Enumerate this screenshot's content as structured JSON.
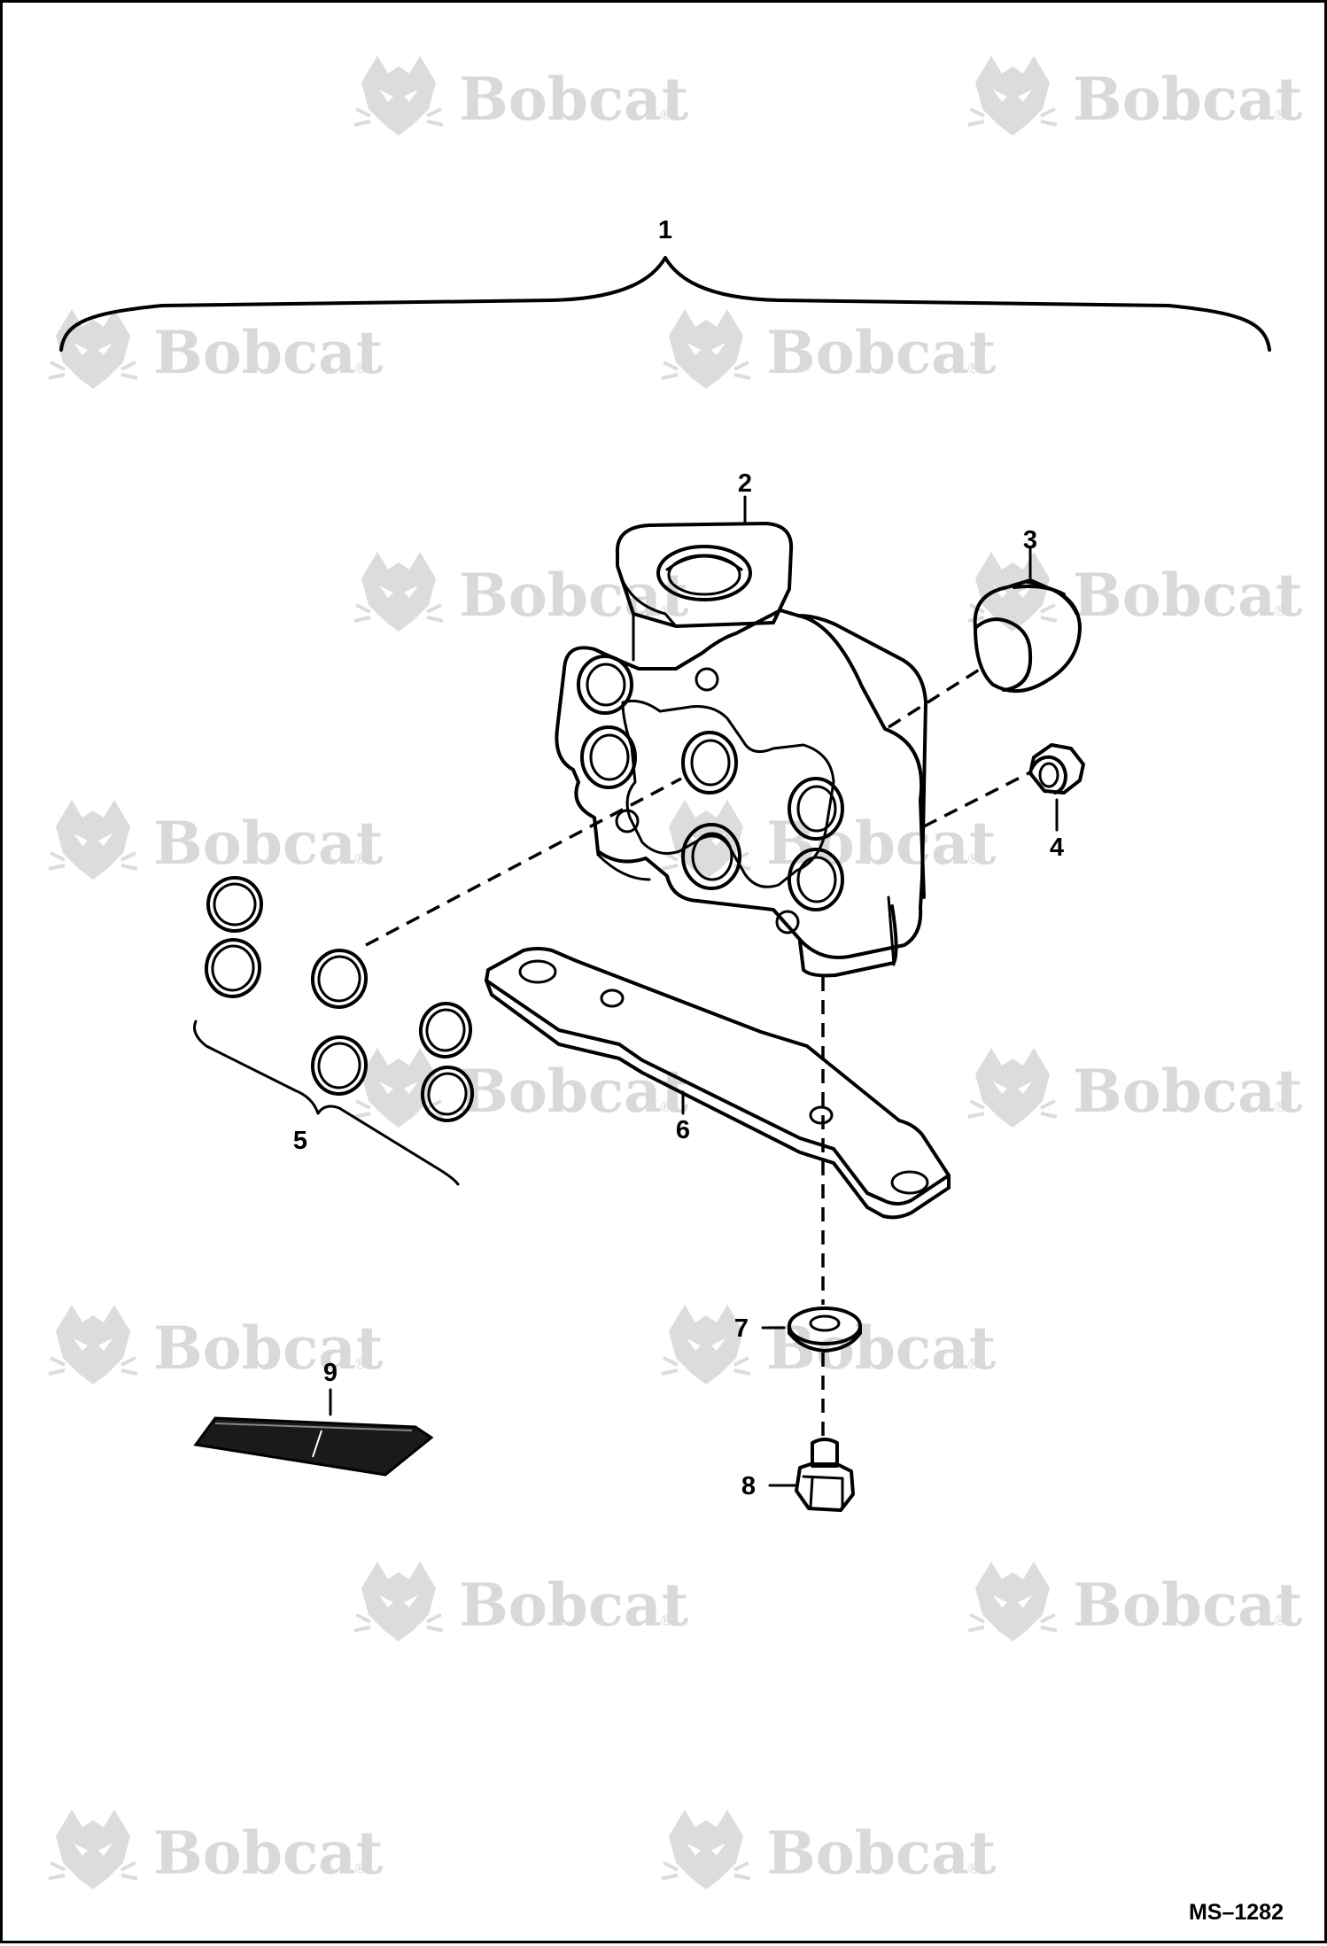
{
  "watermark": {
    "brand": "Bobcat",
    "registered_mark": "®"
  },
  "callouts": [
    {
      "id": "1",
      "label": "1"
    },
    {
      "id": "2",
      "label": "2"
    },
    {
      "id": "3",
      "label": "3"
    },
    {
      "id": "4",
      "label": "4"
    },
    {
      "id": "5",
      "label": "5"
    },
    {
      "id": "6",
      "label": "6"
    },
    {
      "id": "7",
      "label": "7"
    },
    {
      "id": "8",
      "label": "8"
    },
    {
      "id": "9",
      "label": "9"
    }
  ],
  "drawing_number": "MS–1282"
}
